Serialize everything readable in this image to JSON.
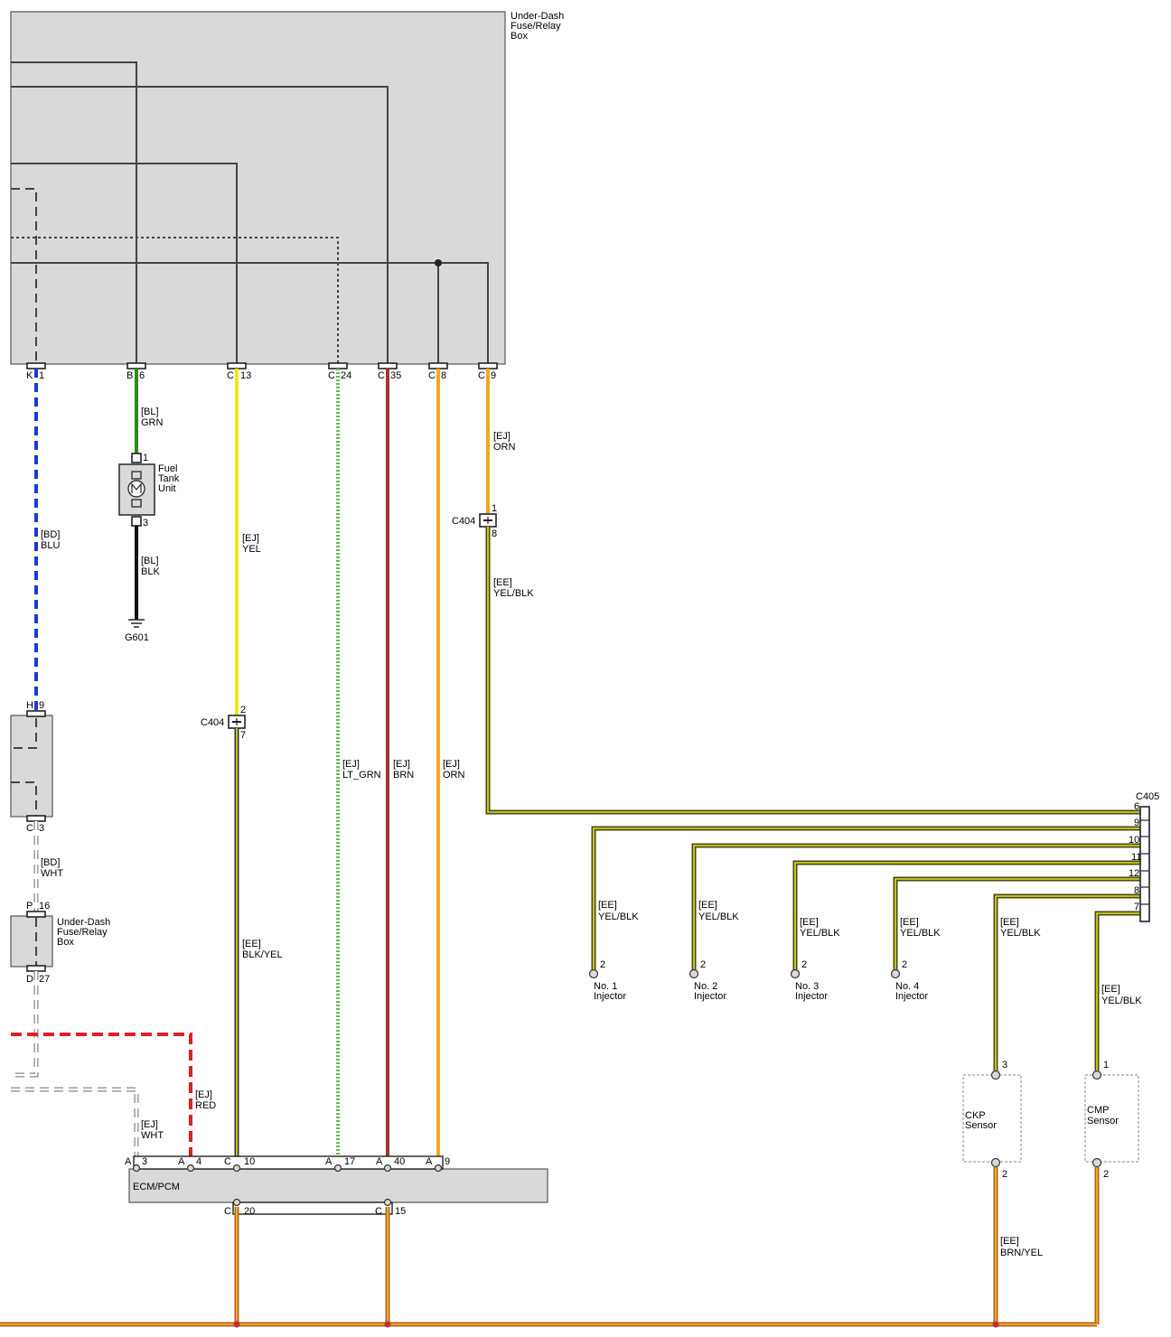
{
  "colors": {
    "blue": "#1a3ad6",
    "green": "#2c8a1c",
    "black": "#111111",
    "yellow": "#f2ee1e",
    "lt_green": "#6ab85a",
    "brown": "#a83232",
    "orange": "#f5a623",
    "red": "#e02020",
    "yel_blk_outer": "#4a4a1a",
    "yel_blk_inner": "#e8e020",
    "brn_yel_outer": "#b8621a",
    "brn_yel_inner": "#f0c030",
    "box_fill": "#d9d9d9"
  },
  "components": {
    "fuse_box_top": [
      "Under-Dash",
      "Fuse/Relay",
      "Box"
    ],
    "fuse_box_mid": [
      "Under-Dash",
      "Fuse/Relay",
      "Box"
    ],
    "fuel_tank": [
      "Fuel",
      "Tank",
      "Unit"
    ],
    "ground": "G601",
    "ecm": "ECM/PCM",
    "ckp": [
      "CKP",
      "Sensor"
    ],
    "cmp": [
      "CMP",
      "Sensor"
    ],
    "inj1": [
      "No. 1",
      "Injector"
    ],
    "inj2": [
      "No. 2",
      "Injector"
    ],
    "inj3": [
      "No. 3",
      "Injector"
    ],
    "inj4": [
      "No. 4",
      "Injector"
    ],
    "c404_a": "C404",
    "c404_b": "C404",
    "c405": "C405"
  },
  "pins_top": [
    {
      "conn": "K",
      "pin": "1"
    },
    {
      "conn": "B",
      "pin": "6"
    },
    {
      "conn": "C",
      "pin": "13"
    },
    {
      "conn": "C",
      "pin": "24"
    },
    {
      "conn": "C",
      "pin": "35"
    },
    {
      "conn": "C",
      "pin": "8"
    },
    {
      "conn": "C",
      "pin": "9"
    }
  ],
  "pins_misc": {
    "fuel_top": "1",
    "fuel_bot": "3",
    "c404a_top": "1",
    "c404a_bot": "8",
    "c404b_top": "2",
    "c404b_bot": "7",
    "h_conn": "H",
    "h_pin": "9",
    "c3_conn": "C",
    "c3_pin": "3",
    "p16_conn": "P",
    "p16_pin": "16",
    "d27_conn": "D",
    "d27_pin": "27",
    "inj_pin": "2",
    "ckp_top": "3",
    "ckp_bot": "2",
    "cmp_top": "1",
    "cmp_bot": "2"
  },
  "ecm_pins_top": [
    {
      "conn": "A",
      "pin": "3"
    },
    {
      "conn": "A",
      "pin": "4"
    },
    {
      "conn": "C",
      "pin": "10"
    },
    {
      "conn": "A",
      "pin": "17"
    },
    {
      "conn": "A",
      "pin": "40"
    },
    {
      "conn": "A",
      "pin": "9"
    }
  ],
  "ecm_pins_bottom": [
    {
      "conn": "C",
      "pin": "20"
    },
    {
      "conn": "C",
      "pin": "15"
    }
  ],
  "c405_pins": [
    "6",
    "9",
    "10",
    "11",
    "12",
    "8",
    "7"
  ],
  "wire_labels": {
    "blu": [
      "[BD]",
      "BLU"
    ],
    "grn": [
      "[BL]",
      "GRN"
    ],
    "blk": [
      "[BL]",
      "BLK"
    ],
    "yel": [
      "[EJ]",
      "YEL"
    ],
    "blk_yel": [
      "[EE]",
      "BLK/YEL"
    ],
    "lt_grn": [
      "[EJ]",
      "LT_GRN"
    ],
    "brn": [
      "[EJ]",
      "BRN"
    ],
    "orn_long": [
      "[EJ]",
      "ORN"
    ],
    "orn_short": [
      "[EJ]",
      "ORN"
    ],
    "yel_blk_main": [
      "[EE]",
      "YEL/BLK"
    ],
    "wht_bd": [
      "[BD]",
      "WHT"
    ],
    "wht_ej": [
      "[EJ]",
      "WHT"
    ],
    "red": [
      "[EJ]",
      "RED"
    ],
    "inj1": [
      "[EE]",
      "YEL/BLK"
    ],
    "inj2": [
      "[EE]",
      "YEL/BLK"
    ],
    "inj3": [
      "[EE]",
      "YEL/BLK"
    ],
    "inj4": [
      "[EE]",
      "YEL/BLK"
    ],
    "ckp": [
      "[EE]",
      "YEL/BLK"
    ],
    "cmp": [
      "[EE]",
      "YEL/BLK"
    ],
    "brn_yel": [
      "[EE]",
      "BRN/YEL"
    ]
  }
}
